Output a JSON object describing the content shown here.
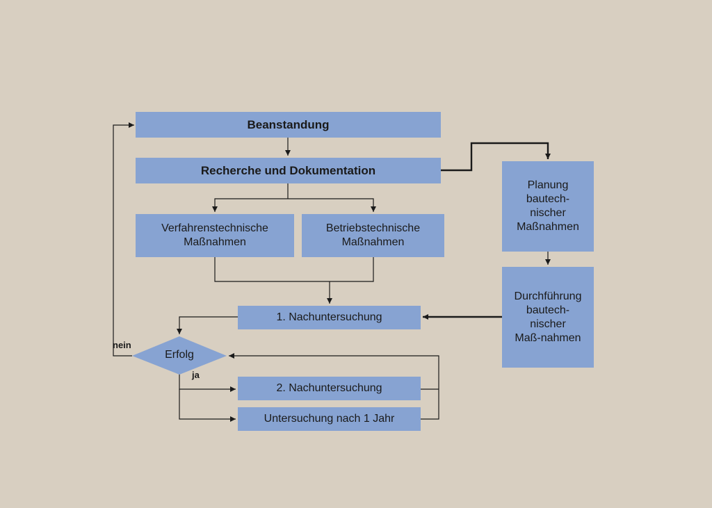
{
  "colors": {
    "background": "#d8cfc1",
    "box_fill": "#87a3d2",
    "line": "#1a1a1a"
  },
  "nodes": {
    "beanstandung": "Beanstandung",
    "recherche": "Recherche  und Dokumentation",
    "verfahren": "Verfahrenstechnische\nMaßnahmen",
    "betrieb": "Betriebstechnische\nMaßnahmen",
    "nach1": "1. Nachuntersuchung",
    "erfolg": "Erfolg",
    "nach2": "2. Nachuntersuchung",
    "jahr": "Untersuchung nach 1 Jahr",
    "planung": "Planung\nbautech-\nnischer\nMaßnahmen",
    "durchfuehrung": "Durchführung\nbautech-\nnischer\nMaß-nahmen"
  },
  "edge_labels": {
    "nein": "nein",
    "ja": "ja"
  }
}
